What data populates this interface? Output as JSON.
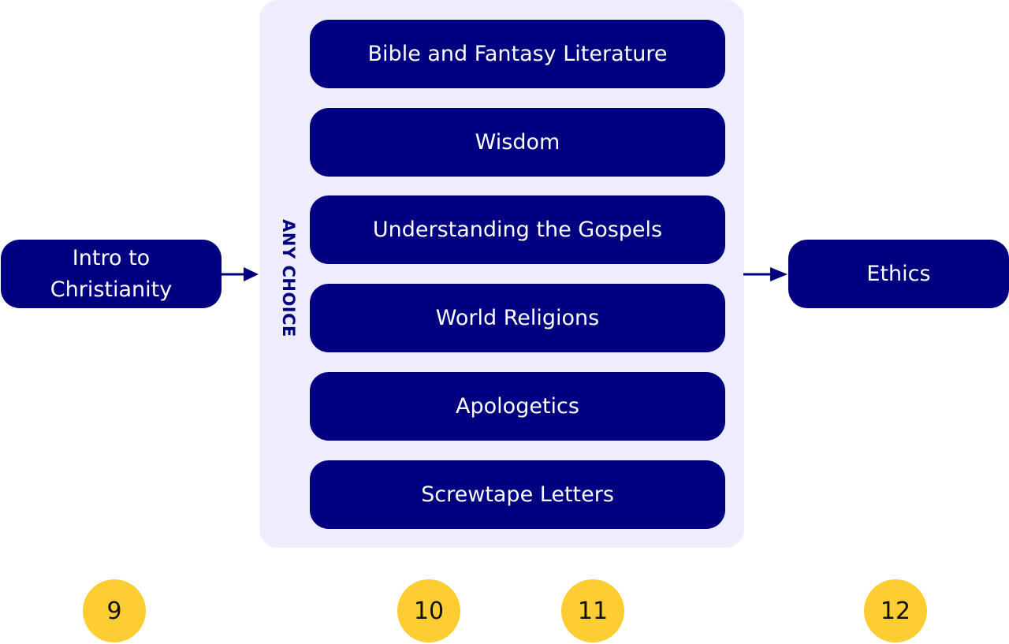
{
  "diagram": {
    "start_node": {
      "label": "Intro to Christianity"
    },
    "group": {
      "label": "ANY CHOICE",
      "choices": [
        {
          "label": "Bible and Fantasy Literature"
        },
        {
          "label": "Wisdom"
        },
        {
          "label": "Understanding the Gospels"
        },
        {
          "label": "World Religions"
        },
        {
          "label": "Apologetics"
        },
        {
          "label": "Screwtape Letters"
        }
      ]
    },
    "end_node": {
      "label": "Ethics"
    },
    "grades": [
      {
        "label": "9"
      },
      {
        "label": "10"
      },
      {
        "label": "11"
      },
      {
        "label": "12"
      }
    ]
  },
  "colors": {
    "node_fill": "#000080",
    "group_fill": "#eeecfd",
    "badge_fill": "#fecd34",
    "text_light": "#ffffff"
  }
}
